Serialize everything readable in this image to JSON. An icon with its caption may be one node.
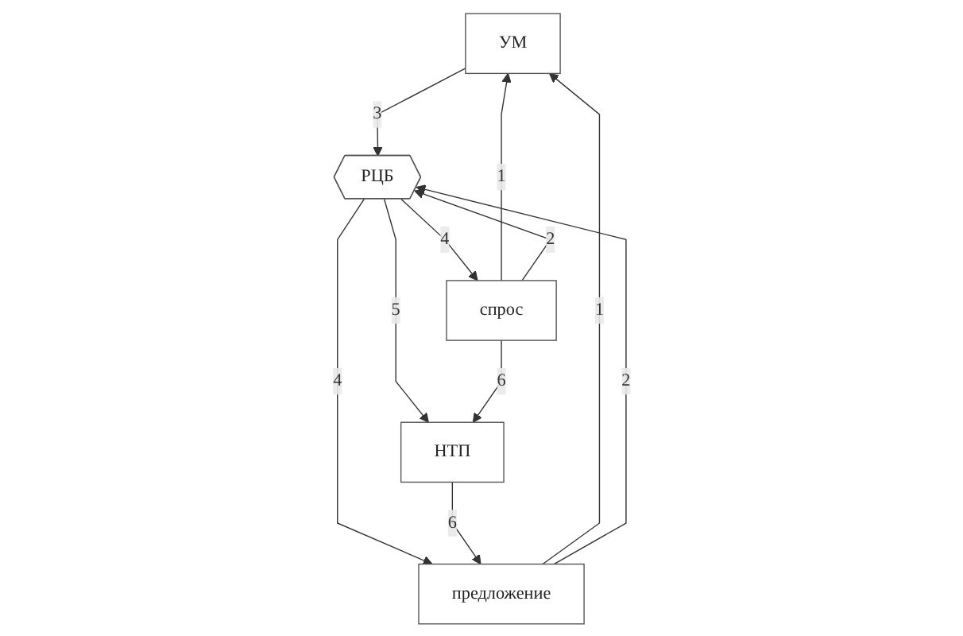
{
  "diagram": {
    "nodes": [
      {
        "text": [
          "УМ"
        ]
      },
      {
        "text": [
          "предложение"
        ]
      },
      {
        "text": [
          "РЦБ"
        ]
      },
      {
        "text": [
          "спрос"
        ]
      },
      {
        "text": [
          "НТП"
        ]
      }
    ],
    "edges": [
      {
        "from": 1,
        "to": 0,
        "arrow": "to",
        "label": "1"
      },
      {
        "from": 3,
        "to": 0,
        "arrow": "to",
        "label": "1"
      },
      {
        "from": 0,
        "to": 2,
        "arrow": "to",
        "label": "3"
      },
      {
        "from": 1,
        "to": 2,
        "arrow": "to",
        "label": "2"
      },
      {
        "from": 3,
        "to": 2,
        "arrow": "to",
        "label": "2"
      },
      {
        "from": 2,
        "to": 1,
        "arrow": "to",
        "label": "4"
      },
      {
        "from": 2,
        "to": 3,
        "arrow": "to",
        "label": "4"
      },
      {
        "from": 2,
        "to": 4,
        "arrow": "to",
        "label": "5"
      },
      {
        "from": 4,
        "to": 1,
        "arrow": "to",
        "label": "6"
      },
      {
        "from": 3,
        "to": 4,
        "arrow": "to",
        "label": "6"
      }
    ]
  }
}
